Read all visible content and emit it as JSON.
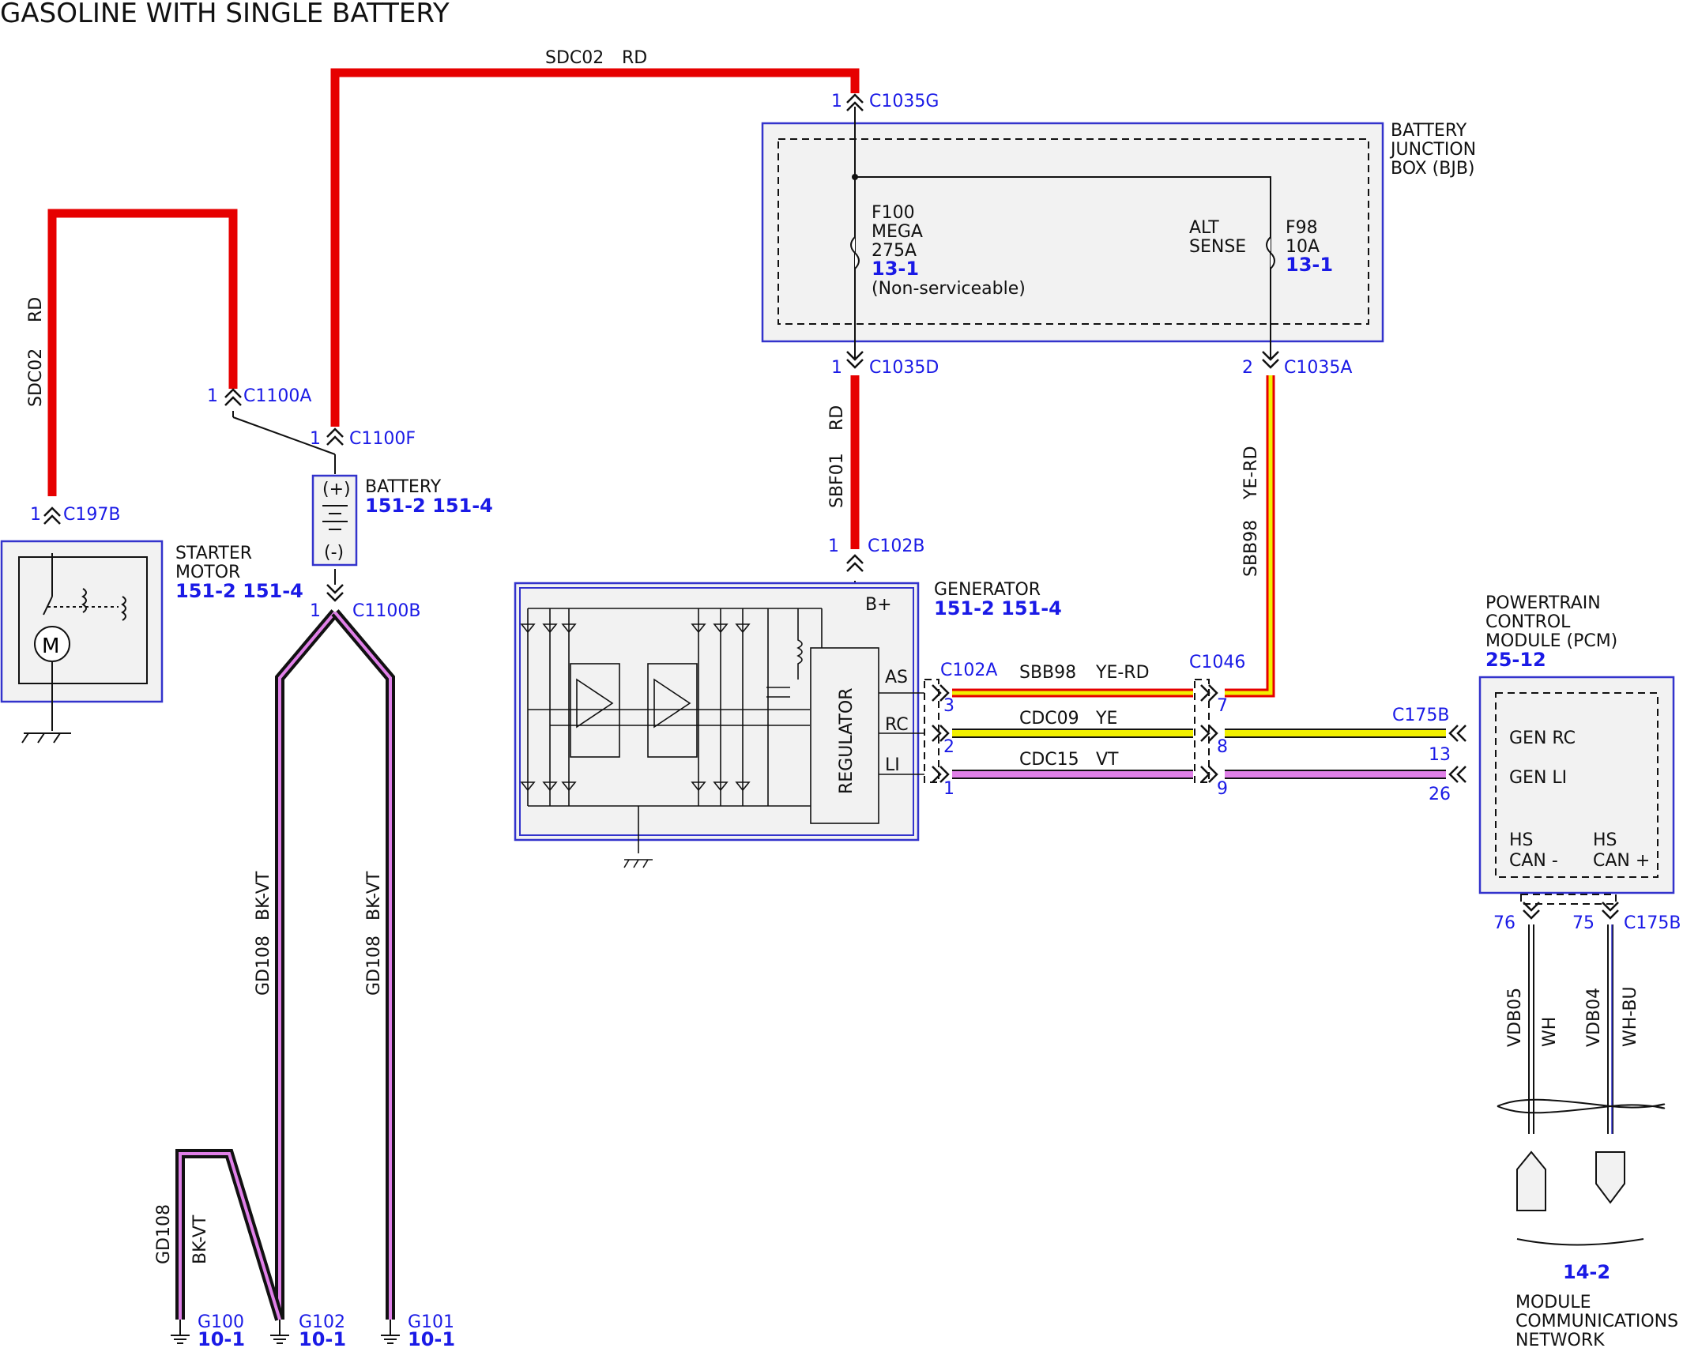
{
  "title": "GASOLINE WITH SINGLE BATTERY",
  "colors": {
    "red": "#e60000",
    "yellow": "#f2f000",
    "violet": "#e080e8",
    "blue": "#1a1ae6",
    "black": "#111111",
    "box": "#f2f2f2",
    "box_border": "#3333cc"
  },
  "wires": {
    "sdc02_top": {
      "circuit": "SDC02",
      "color": "RD"
    },
    "sdc02_left": {
      "circuit": "SDC02",
      "color": "RD"
    },
    "sbf01": {
      "circuit": "SBF01",
      "color": "RD"
    },
    "sbb98_vert": {
      "circuit": "SBB98",
      "color": "YE-RD"
    },
    "sbb98_h": {
      "circuit": "SBB98",
      "color": "YE-RD"
    },
    "cdc09": {
      "circuit": "CDC09",
      "color": "YE"
    },
    "cdc15": {
      "circuit": "CDC15",
      "color": "VT"
    },
    "gd108_a": {
      "circuit": "GD108",
      "color": "BK-VT"
    },
    "gd108_b": {
      "circuit": "GD108",
      "color": "BK-VT"
    },
    "gd108_c": {
      "circuit": "GD108",
      "color": "BK-VT"
    },
    "vdb05": {
      "circuit": "VDB05",
      "color": "WH"
    },
    "vdb04": {
      "circuit": "VDB04",
      "color": "WH-BU"
    }
  },
  "connectors": {
    "c1035g": {
      "pin": "1",
      "name": "C1035G"
    },
    "c1035d": {
      "pin": "1",
      "name": "C1035D"
    },
    "c1035a": {
      "pin": "2",
      "name": "C1035A"
    },
    "c1100a": {
      "pin": "1",
      "name": "C1100A"
    },
    "c1100f": {
      "pin": "1",
      "name": "C1100F"
    },
    "c1100b": {
      "pin": "1",
      "name": "C1100B"
    },
    "c197b": {
      "pin": "1",
      "name": "C197B"
    },
    "c102b": {
      "pin": "1",
      "name": "C102B"
    },
    "c102a": {
      "name": "C102A",
      "pins": [
        "3",
        "2",
        "1"
      ]
    },
    "c1046": {
      "name": "C1046",
      "pins": [
        "7",
        "8",
        "9"
      ]
    },
    "c175b_top": {
      "name": "C175B",
      "pins": [
        "13",
        "26"
      ]
    },
    "c175b_bot": {
      "name": "C175B",
      "pins": [
        "76",
        "75"
      ]
    }
  },
  "bjb": {
    "name": [
      "BATTERY",
      "JUNCTION",
      "BOX (BJB)"
    ],
    "f100": [
      "F100",
      "MEGA",
      "275A"
    ],
    "f100_ref": "13-1",
    "f100_note": "(Non-serviceable)",
    "alt_sense": [
      "ALT",
      "SENSE"
    ],
    "f98": [
      "F98",
      "10A"
    ],
    "f98_ref": "13-1"
  },
  "battery": {
    "name": "BATTERY",
    "ref": "151-2 151-4",
    "plus": "(+)",
    "minus": "(-)"
  },
  "starter": {
    "name": [
      "STARTER",
      "MOTOR"
    ],
    "ref": "151-2 151-4",
    "motor": "M"
  },
  "generator": {
    "name": "GENERATOR",
    "ref": "151-2 151-4",
    "bplus": "B+",
    "regulator": "REGULATOR",
    "terminals": [
      "AS",
      "RC",
      "LI"
    ]
  },
  "pcm": {
    "name": [
      "POWERTRAIN",
      "CONTROL",
      "MODULE (PCM)"
    ],
    "ref": "25-12",
    "gen_rc": "GEN RC",
    "gen_li": "GEN LI",
    "hs_can_minus": [
      "HS",
      "CAN -"
    ],
    "hs_can_plus": [
      "HS",
      "CAN +"
    ]
  },
  "grounds": [
    {
      "name": "G100",
      "ref": "10-1"
    },
    {
      "name": "G102",
      "ref": "10-1"
    },
    {
      "name": "G101",
      "ref": "10-1"
    }
  ],
  "network": {
    "ref": "14-2",
    "name": [
      "MODULE",
      "COMMUNICATIONS",
      "NETWORK"
    ]
  }
}
